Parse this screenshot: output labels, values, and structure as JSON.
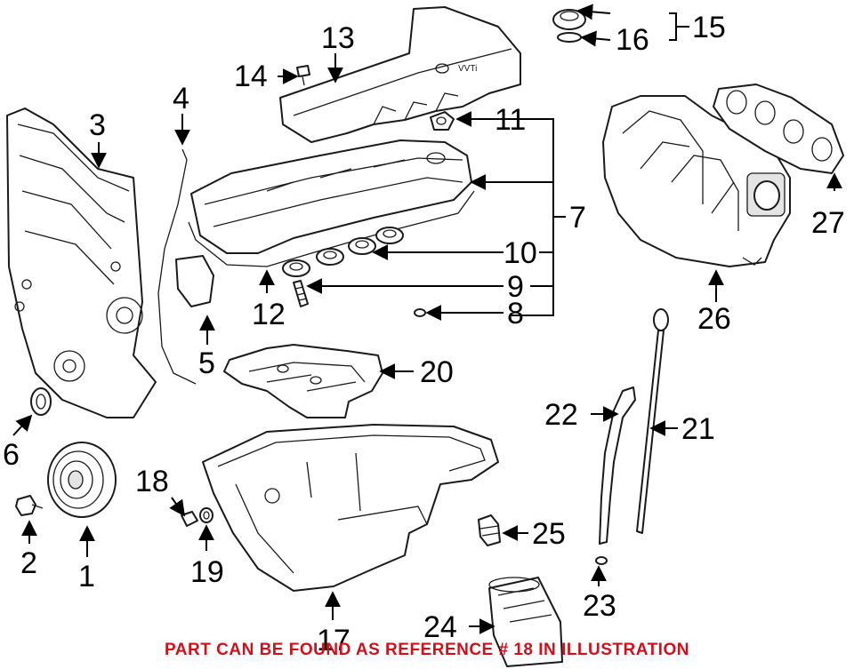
{
  "callouts": {
    "n1": "1",
    "n2": "2",
    "n3": "3",
    "n4": "4",
    "n5": "5",
    "n6": "6",
    "n7": "7",
    "n8": "8",
    "n9": "9",
    "n10": "10",
    "n11": "11",
    "n12": "12",
    "n13": "13",
    "n14": "14",
    "n15": "15",
    "n16": "16",
    "n17": "17",
    "n18": "18",
    "n19": "19",
    "n20": "20",
    "n21": "21",
    "n22": "22",
    "n23": "23",
    "n24": "24",
    "n25": "25",
    "n26": "26",
    "n27": "27"
  },
  "cover_text": "VVTi",
  "footer_note": "PART CAN BE FOUND AS REFERENCE # 18 IN ILLUSTRATION",
  "colors": {
    "note": "#d0101a",
    "ink": "#1a1a1a"
  }
}
